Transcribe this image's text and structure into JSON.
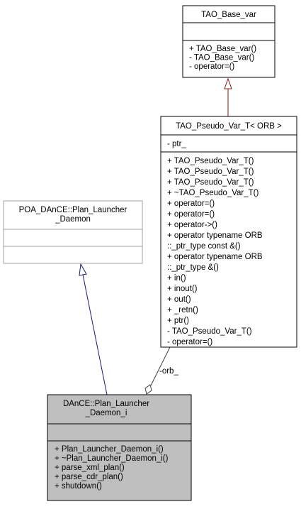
{
  "classes": {
    "tao_base_var": {
      "name": [
        "TAO_Base_var"
      ],
      "attributes": [],
      "methods": [
        "+ TAO_Base_var()",
        "- TAO_Base_var()",
        "- operator=()"
      ]
    },
    "tao_pseudo_var": {
      "name": [
        "TAO_Pseudo_Var_T< ORB >"
      ],
      "attributes": [
        "- ptr_"
      ],
      "methods": [
        "+ TAO_Pseudo_Var_T()",
        "+ TAO_Pseudo_Var_T()",
        "+ TAO_Pseudo_Var_T()",
        "+ ~TAO_Pseudo_Var_T()",
        "+ operator=()",
        "+ operator=()",
        "+ operator->()",
        "+ operator typename ORB",
        "::_ptr_type const &()",
        "+ operator typename ORB",
        "::_ptr_type &()",
        "+ in()",
        "+ inout()",
        "+ out()",
        "+ _retn()",
        "+ ptr()",
        "- TAO_Pseudo_Var_T()",
        "- operator=()"
      ]
    },
    "poa_plan_launcher": {
      "name": [
        "POA_DAnCE::Plan_Launcher",
        "_Daemon"
      ],
      "attributes": [],
      "methods": []
    },
    "dance_plan_launcher": {
      "name": [
        "DAnCE::Plan_Launcher",
        "_Daemon_i"
      ],
      "attributes": [],
      "methods": [
        "+ Plan_Launcher_Daemon_i()",
        "+ ~Plan_Launcher_Daemon_i()",
        "+ parse_xml_plan()",
        "+ parse_cdr_plan()",
        "+ shutdown()"
      ]
    }
  },
  "relations": {
    "association_label": "-orb_"
  },
  "colors": {
    "inheritance_red": "#8b1a1a",
    "inheritance_blue": "#191970",
    "association": "#404040",
    "highlight_fill": "#bfbfbf",
    "grey_border": "#a0a0a0"
  }
}
